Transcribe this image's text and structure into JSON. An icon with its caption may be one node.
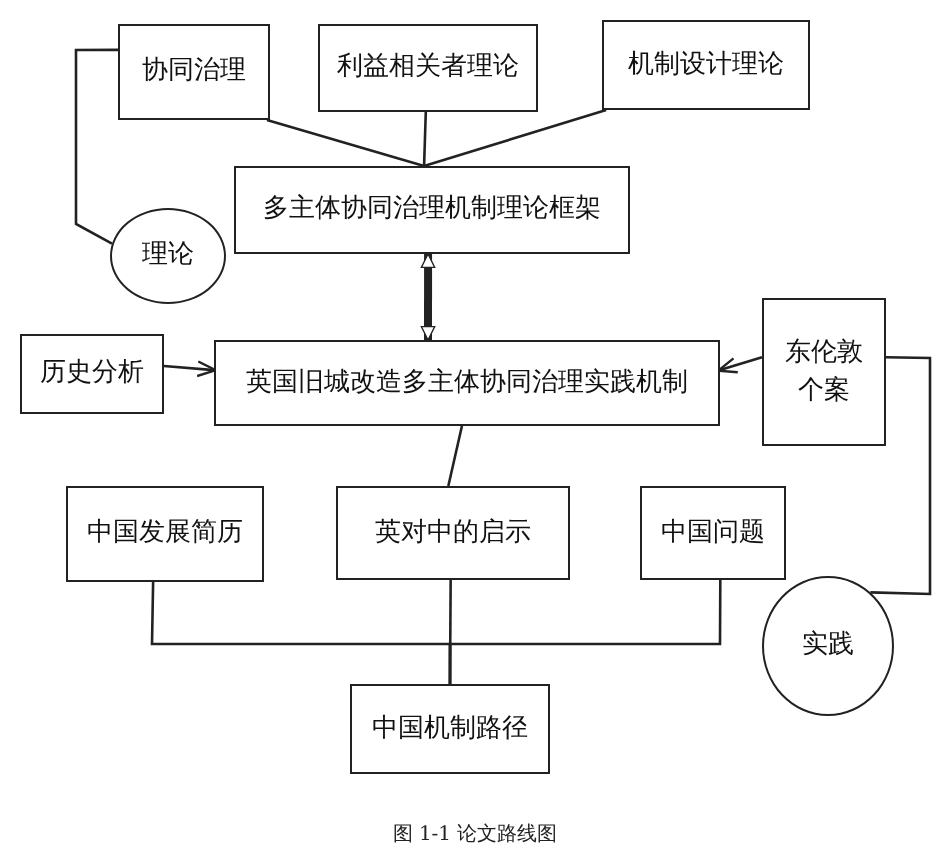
{
  "diagram": {
    "caption": "图 1-1  论文路线图",
    "nodes": [
      {
        "text": [
          "协同治理"
        ]
      },
      {
        "text": [
          "利益相关者理论"
        ]
      },
      {
        "text": [
          "机制设计理论"
        ]
      },
      {
        "text": [
          "多主体协同治理机制理论框架"
        ]
      },
      {
        "text": [
          "理论"
        ]
      },
      {
        "text": [
          "历史分析"
        ]
      },
      {
        "text": [
          "英国旧城改造多主体协同治理实践机制"
        ]
      },
      {
        "text": [
          "东伦敦个案"
        ]
      },
      {
        "text": [
          "中国发展简历"
        ]
      },
      {
        "text": [
          "英对中的启示"
        ]
      },
      {
        "text": [
          "中国问题"
        ]
      },
      {
        "text": [
          "实践"
        ]
      },
      {
        "text": [
          "中国机制路径"
        ]
      }
    ],
    "edges": [
      {
        "from": 0,
        "to": 3,
        "arrow": "none"
      },
      {
        "from": 1,
        "to": 3,
        "arrow": "none"
      },
      {
        "from": 2,
        "to": 3,
        "arrow": "none"
      },
      {
        "from": 4,
        "to": 0,
        "arrow": "none"
      },
      {
        "from": 3,
        "to": 6,
        "arrow": "both",
        "style": "thick"
      },
      {
        "from": 5,
        "to": 6,
        "arrow": "to"
      },
      {
        "from": 7,
        "to": 6,
        "arrow": "to"
      },
      {
        "from": 7,
        "to": 11,
        "arrow": "none"
      },
      {
        "from": 6,
        "to": 9,
        "arrow": "none"
      },
      {
        "from": 8,
        "to": 12,
        "arrow": "none"
      },
      {
        "from": 9,
        "to": 12,
        "arrow": "none"
      },
      {
        "from": 10,
        "to": 12,
        "arrow": "none"
      }
    ]
  }
}
